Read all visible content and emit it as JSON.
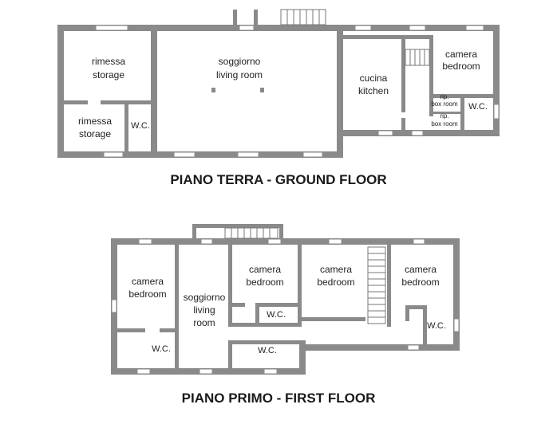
{
  "ground_floor": {
    "title": "PIANO TERRA - GROUND FLOOR",
    "rooms": {
      "storage_1_it": "rimessa",
      "storage_1_en": "storage",
      "storage_2_it": "rimessa",
      "storage_2_en": "storage",
      "wc_1": "W.C.",
      "living_it": "soggiorno",
      "living_en": "living room",
      "kitchen_it": "cucina",
      "kitchen_en": "kitchen",
      "bedroom_it": "camera",
      "bedroom_en": "bedroom",
      "box_1_it": "rip.",
      "box_1_en": "box room",
      "box_2_it": "rip.",
      "box_2_en": "box room",
      "wc_2": "W.C."
    }
  },
  "first_floor": {
    "title": "PIANO PRIMO - FIRST FLOOR",
    "rooms": {
      "bedroom_1_it": "camera",
      "bedroom_1_en": "bedroom",
      "wc_1": "W.C.",
      "living_it": "soggiorno",
      "living_en1": "living",
      "living_en2": "room",
      "bedroom_2_it": "camera",
      "bedroom_2_en": "bedroom",
      "wc_2": "W.C.",
      "wc_3": "W.C.",
      "bedroom_3_it": "camera",
      "bedroom_3_en": "bedroom",
      "bedroom_4_it": "camera",
      "bedroom_4_en": "bedroom",
      "wc_4": "W.C."
    }
  }
}
